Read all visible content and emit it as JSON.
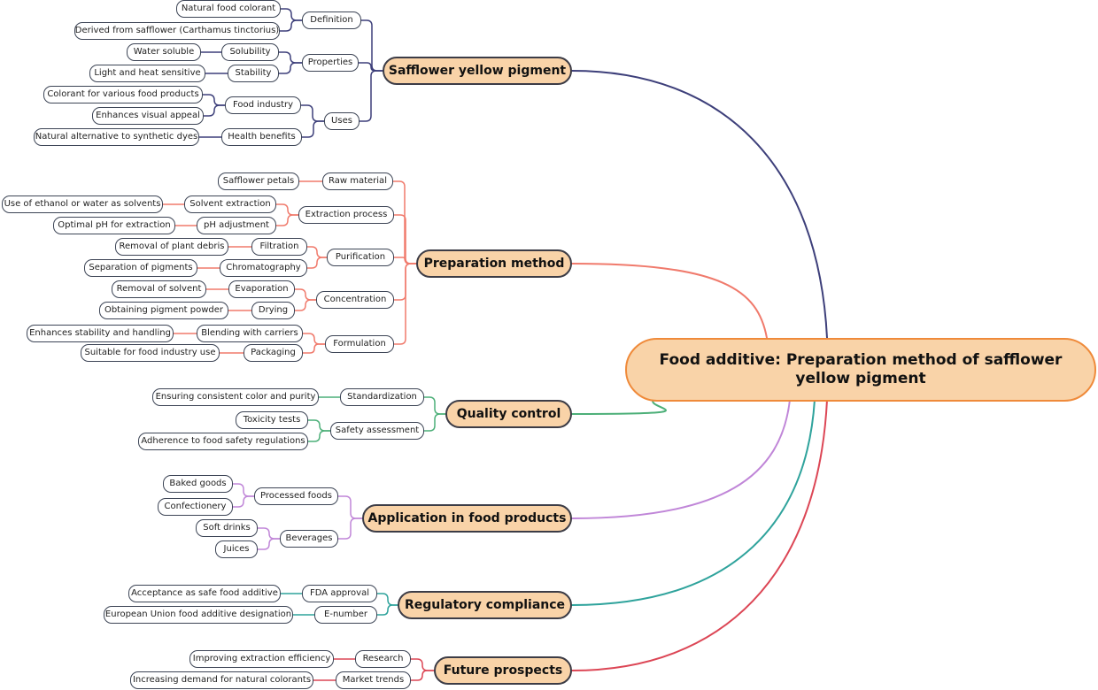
{
  "root": {
    "id": "root",
    "label": "Food additive: Preparation method of safflower yellow pigment"
  },
  "branches": [
    {
      "id": "safflower",
      "label": "Safflower yellow pigment",
      "color": "#3d3f7a",
      "children": [
        {
          "id": "definition",
          "label": "Definition",
          "children": [
            {
              "id": "natural-food-colorant",
              "label": "Natural food colorant"
            },
            {
              "id": "derived-from-safflower",
              "label": "Derived from safflower (Carthamus tinctorius)"
            }
          ]
        },
        {
          "id": "properties",
          "label": "Properties",
          "children": [
            {
              "id": "solubility",
              "label": "Solubility",
              "children": [
                {
                  "id": "water-soluble",
                  "label": "Water soluble"
                }
              ]
            },
            {
              "id": "stability",
              "label": "Stability",
              "children": [
                {
                  "id": "light-heat-sensitive",
                  "label": "Light and heat sensitive"
                }
              ]
            }
          ]
        },
        {
          "id": "uses",
          "label": "Uses",
          "children": [
            {
              "id": "food-industry",
              "label": "Food industry",
              "children": [
                {
                  "id": "colorant-various",
                  "label": "Colorant for various food products"
                },
                {
                  "id": "enhances-visual",
                  "label": "Enhances visual appeal"
                }
              ]
            },
            {
              "id": "health-benefits",
              "label": "Health benefits",
              "children": [
                {
                  "id": "natural-alternative",
                  "label": "Natural alternative to synthetic dyes"
                }
              ]
            }
          ]
        }
      ]
    },
    {
      "id": "preparation",
      "label": "Preparation method",
      "color": "#f07a6c",
      "children": [
        {
          "id": "raw-material",
          "label": "Raw material",
          "children": [
            {
              "id": "safflower-petals",
              "label": "Safflower petals"
            }
          ]
        },
        {
          "id": "extraction-process",
          "label": "Extraction process",
          "children": [
            {
              "id": "solvent-extraction",
              "label": "Solvent extraction",
              "children": [
                {
                  "id": "ethanol-water",
                  "label": "Use of ethanol or water as solvents"
                }
              ]
            },
            {
              "id": "ph-adjustment",
              "label": "pH adjustment",
              "children": [
                {
                  "id": "optimal-ph",
                  "label": "Optimal pH for extraction"
                }
              ]
            }
          ]
        },
        {
          "id": "purification",
          "label": "Purification",
          "children": [
            {
              "id": "filtration",
              "label": "Filtration",
              "children": [
                {
                  "id": "removal-debris",
                  "label": "Removal of plant debris"
                }
              ]
            },
            {
              "id": "chromatography",
              "label": "Chromatography",
              "children": [
                {
                  "id": "separation-pigments",
                  "label": "Separation of pigments"
                }
              ]
            }
          ]
        },
        {
          "id": "concentration",
          "label": "Concentration",
          "children": [
            {
              "id": "evaporation",
              "label": "Evaporation",
              "children": [
                {
                  "id": "removal-solvent",
                  "label": "Removal of solvent"
                }
              ]
            },
            {
              "id": "drying",
              "label": "Drying",
              "children": [
                {
                  "id": "obtaining-powder",
                  "label": "Obtaining pigment powder"
                }
              ]
            }
          ]
        },
        {
          "id": "formulation",
          "label": "Formulation",
          "children": [
            {
              "id": "blending-carriers",
              "label": "Blending with carriers",
              "children": [
                {
                  "id": "enhances-stability",
                  "label": "Enhances stability and handling"
                }
              ]
            },
            {
              "id": "packaging",
              "label": "Packaging",
              "children": [
                {
                  "id": "suitable-food-industry",
                  "label": "Suitable for food industry use"
                }
              ]
            }
          ]
        }
      ]
    },
    {
      "id": "quality",
      "label": "Quality control",
      "color": "#4caf78",
      "children": [
        {
          "id": "standardization",
          "label": "Standardization",
          "children": [
            {
              "id": "consistent-color",
              "label": "Ensuring consistent color and purity"
            }
          ]
        },
        {
          "id": "safety-assessment",
          "label": "Safety assessment",
          "children": [
            {
              "id": "toxicity-tests",
              "label": "Toxicity tests"
            },
            {
              "id": "adherence-regulations",
              "label": "Adherence to food safety regulations"
            }
          ]
        }
      ]
    },
    {
      "id": "application",
      "label": "Application in food products",
      "color": "#c086d8",
      "children": [
        {
          "id": "processed-foods",
          "label": "Processed foods",
          "children": [
            {
              "id": "baked-goods",
              "label": "Baked goods"
            },
            {
              "id": "confectionery",
              "label": "Confectionery"
            }
          ]
        },
        {
          "id": "beverages",
          "label": "Beverages",
          "children": [
            {
              "id": "soft-drinks",
              "label": "Soft drinks"
            },
            {
              "id": "juices",
              "label": "Juices"
            }
          ]
        }
      ]
    },
    {
      "id": "regulatory",
      "label": "Regulatory compliance",
      "color": "#2fa39c",
      "children": [
        {
          "id": "fda-approval",
          "label": "FDA approval",
          "children": [
            {
              "id": "acceptance-safe",
              "label": "Acceptance as safe food additive"
            }
          ]
        },
        {
          "id": "e-number",
          "label": "E-number",
          "children": [
            {
              "id": "eu-designation",
              "label": "European Union food additive designation"
            }
          ]
        }
      ]
    },
    {
      "id": "future",
      "label": "Future prospects",
      "color": "#dc4655",
      "children": [
        {
          "id": "research",
          "label": "Research",
          "children": [
            {
              "id": "improving-efficiency",
              "label": "Improving extraction efficiency"
            }
          ]
        },
        {
          "id": "market-trends",
          "label": "Market trends",
          "children": [
            {
              "id": "increasing-demand",
              "label": "Increasing demand for natural colorants"
            }
          ]
        }
      ]
    }
  ]
}
